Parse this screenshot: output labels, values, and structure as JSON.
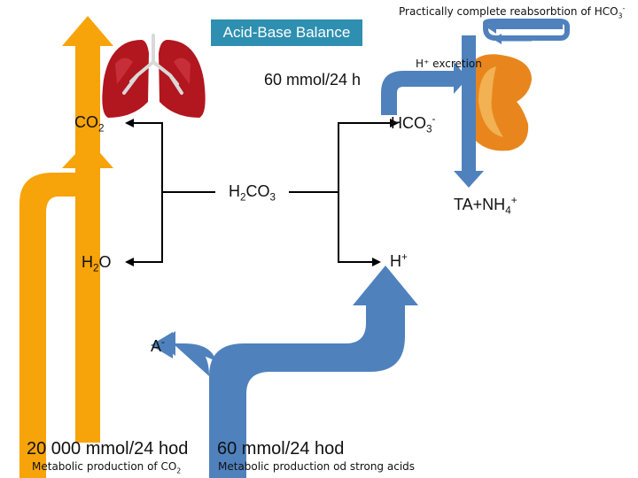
{
  "title": "Acid-Base Balance",
  "reabsorption_note": "Practically complete reabsorbtion of HCO",
  "reabsorption_note_sup": "-",
  "reabsorption_note_sub": "3",
  "h_excretion": "H⁺ excretion",
  "rate_top": "60 mmol/24 h",
  "co2": {
    "base": "CO",
    "sub": "2"
  },
  "hco3": {
    "base": "HCO",
    "sub": "3",
    "sup": "-"
  },
  "h2co3": {
    "base1": "H",
    "sub1": "2",
    "base2": "CO",
    "sub2": "3"
  },
  "h2o": {
    "base1": "H",
    "sub1": "2",
    "base2": "O"
  },
  "h_plus": {
    "base": "H",
    "sup": "+"
  },
  "ta_nh4": {
    "base": "TA+NH",
    "sub": "4",
    "sup": "+"
  },
  "a_minus": {
    "base": "A",
    "sup": "-"
  },
  "rate_co2": "20 000 mmol/24 hod",
  "rate_acids": "60 mmol/24 hod",
  "metabolic_co2": {
    "base": "Metabolic production of CO",
    "sub": "2"
  },
  "metabolic_acids": "Metabolic production od strong acids",
  "colors": {
    "orange": "#f7a30a",
    "blue": "#4f81bd",
    "title_bg": "#2e8fb0",
    "lung": "#b2161e",
    "kidney": "#e8861d"
  },
  "icons": [
    "lungs-icon",
    "kidney-icon"
  ]
}
